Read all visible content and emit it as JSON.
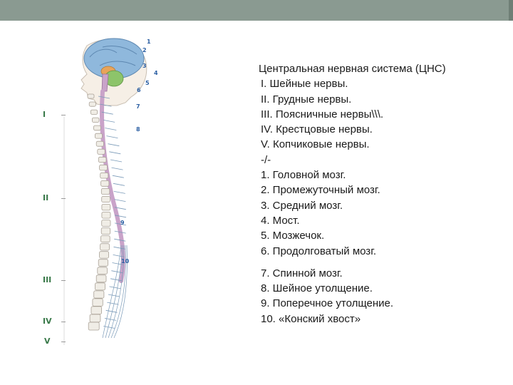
{
  "legend": {
    "title": "Центральная нервная система (ЦНС)",
    "groups_top": [
      "I. Шейные нервы.",
      "II. Грудные нервы.",
      "III. Поясничные нервы\\\\\\.",
      "IV. Крестцовые нервы.",
      "V. Копчиковые нервы.",
      "-/-",
      "1. Головной мозг.",
      "2. Промежуточный мозг.",
      "3. Средний мозг.",
      "4. Мост.",
      "5. Мозжечок.",
      "6. Продолговатый мозг."
    ],
    "groups_bottom": [
      "7. Спинной мозг.",
      "8. Шейное утолщение.",
      "9. Поперечное утолщение.",
      "10. «Конский хвост»"
    ]
  },
  "figure": {
    "roman_labels": [
      "I",
      "II",
      "III",
      "IV",
      "V"
    ],
    "callouts": [
      "1",
      "2",
      "3",
      "4",
      "5",
      "6",
      "7",
      "8",
      "9",
      "10"
    ],
    "colors": {
      "brain": "#8fb8dc",
      "cerebellum": "#8dc46a",
      "spinal_cord": "#c9a3c9",
      "vertebrae": "#f0ede6",
      "skin": "#f6efe6",
      "nerves": "#7a9ab8",
      "callout_text": "#2b5fa3",
      "roman_text": "#3a7a4a"
    }
  }
}
